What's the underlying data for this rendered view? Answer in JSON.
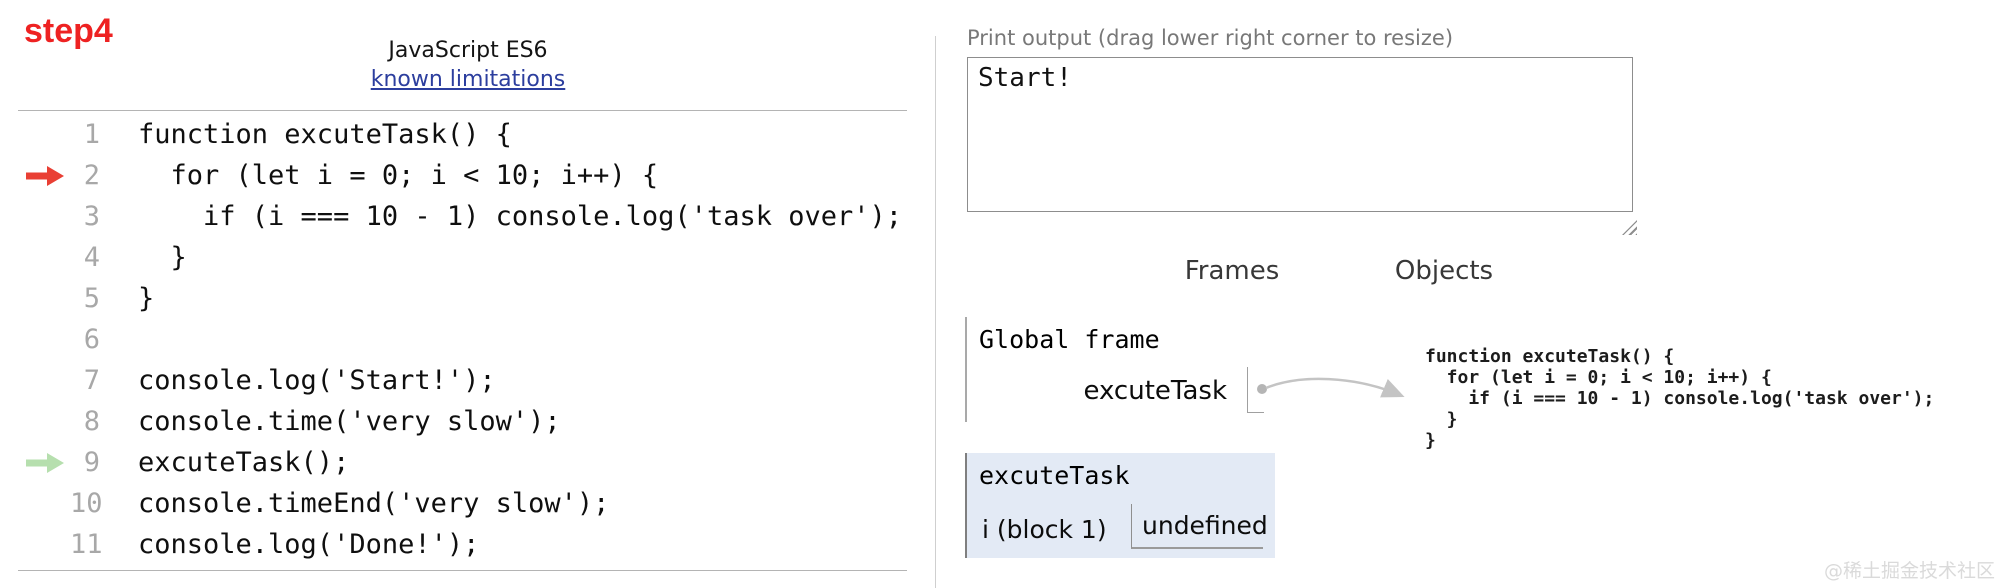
{
  "header": {
    "step_label": "step4",
    "language_label": "JavaScript ES6",
    "limitations_link": "known limitations"
  },
  "code_panel": {
    "lines": [
      {
        "num": "1",
        "text": "function excuteTask() {",
        "arrow": null
      },
      {
        "num": "2",
        "text": "  for (let i = 0; i < 10; i++) {",
        "arrow": "current"
      },
      {
        "num": "3",
        "text": "    if (i === 10 - 1) console.log('task over');",
        "arrow": null
      },
      {
        "num": "4",
        "text": "  }",
        "arrow": null
      },
      {
        "num": "5",
        "text": "}",
        "arrow": null
      },
      {
        "num": "6",
        "text": "",
        "arrow": null
      },
      {
        "num": "7",
        "text": "console.log('Start!');",
        "arrow": null
      },
      {
        "num": "8",
        "text": "console.time('very slow');",
        "arrow": null
      },
      {
        "num": "9",
        "text": "excuteTask();",
        "arrow": "previous"
      },
      {
        "num": "10",
        "text": "console.timeEnd('very slow');",
        "arrow": null
      },
      {
        "num": "11",
        "text": "console.log('Done!');",
        "arrow": null
      }
    ]
  },
  "output_panel": {
    "label": "Print output (drag lower right corner to resize)",
    "text": "Start!"
  },
  "viz": {
    "frames_header": "Frames",
    "objects_header": "Objects",
    "global_frame": {
      "title": "Global frame",
      "variables": [
        {
          "name": "excuteTask",
          "value": "pointer-to-function"
        }
      ]
    },
    "function_object": {
      "code_lines": [
        "function excuteTask() {",
        "  for (let i = 0; i < 10; i++) {",
        "    if (i === 10 - 1) console.log('task over');",
        "  }",
        "}"
      ]
    },
    "excute_frame": {
      "title": "excuteTask",
      "variables": [
        {
          "name": "i (block 1)",
          "value": "undefined"
        }
      ]
    }
  },
  "watermark": "@稀土掘金技术社区",
  "colors": {
    "current_arrow": "#e93f34",
    "previous_arrow": "#b6dfae",
    "step_red": "#ee2222",
    "link_blue": "#2c3e9e",
    "frame_highlight_bg": "#e3eaf5",
    "connector_gray": "#c4c4c4"
  }
}
